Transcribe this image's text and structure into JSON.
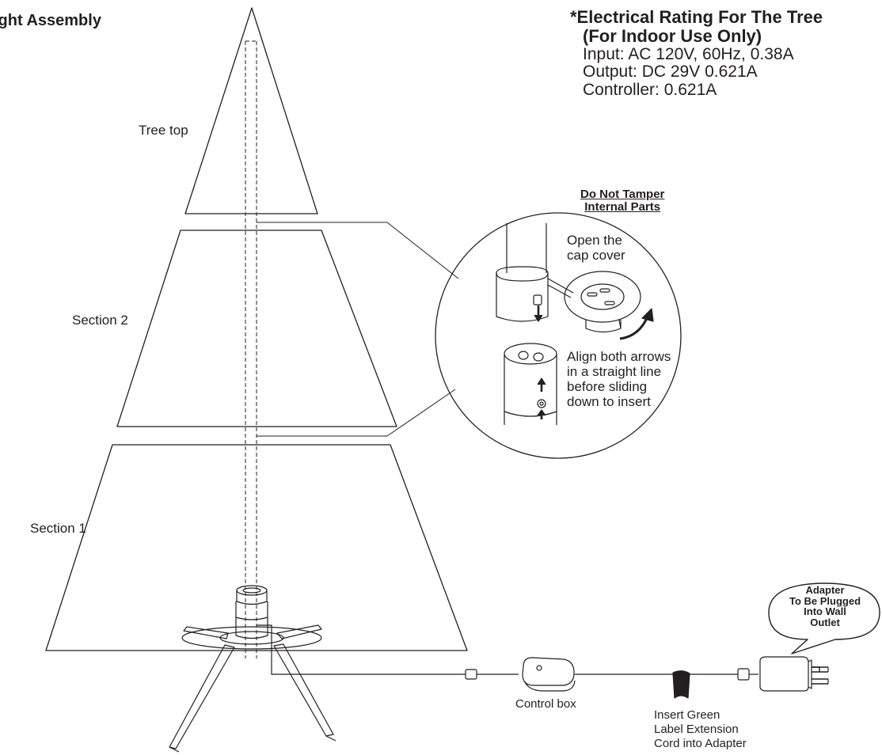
{
  "title": "ight Assembly",
  "rating": {
    "heading": "*Electrical Rating For The Tree",
    "subheading": "(For Indoor Use Only)",
    "input": "Input: AC 120V, 60Hz, 0.38A",
    "output": "Output: DC 29V  0.621A",
    "controller": "Controller: 0.621A"
  },
  "labels": {
    "tree_top": "Tree top",
    "section_2": "Section 2",
    "section_1": "Section 1",
    "control_box": "Control box"
  },
  "warning": [
    "Do Not Tamper",
    "Internal Parts"
  ],
  "detail": {
    "cap_cover": [
      "Open the",
      "cap cover"
    ],
    "align": [
      "Align both arrows",
      "in a straight line",
      "before sliding",
      "down to insert"
    ]
  },
  "adapter_bubble": [
    "Adapter",
    "To Be Plugged",
    "Into Wall",
    "Outlet"
  ],
  "extension_note": [
    "Insert Green",
    "Label Extension",
    "Cord into Adapter"
  ]
}
